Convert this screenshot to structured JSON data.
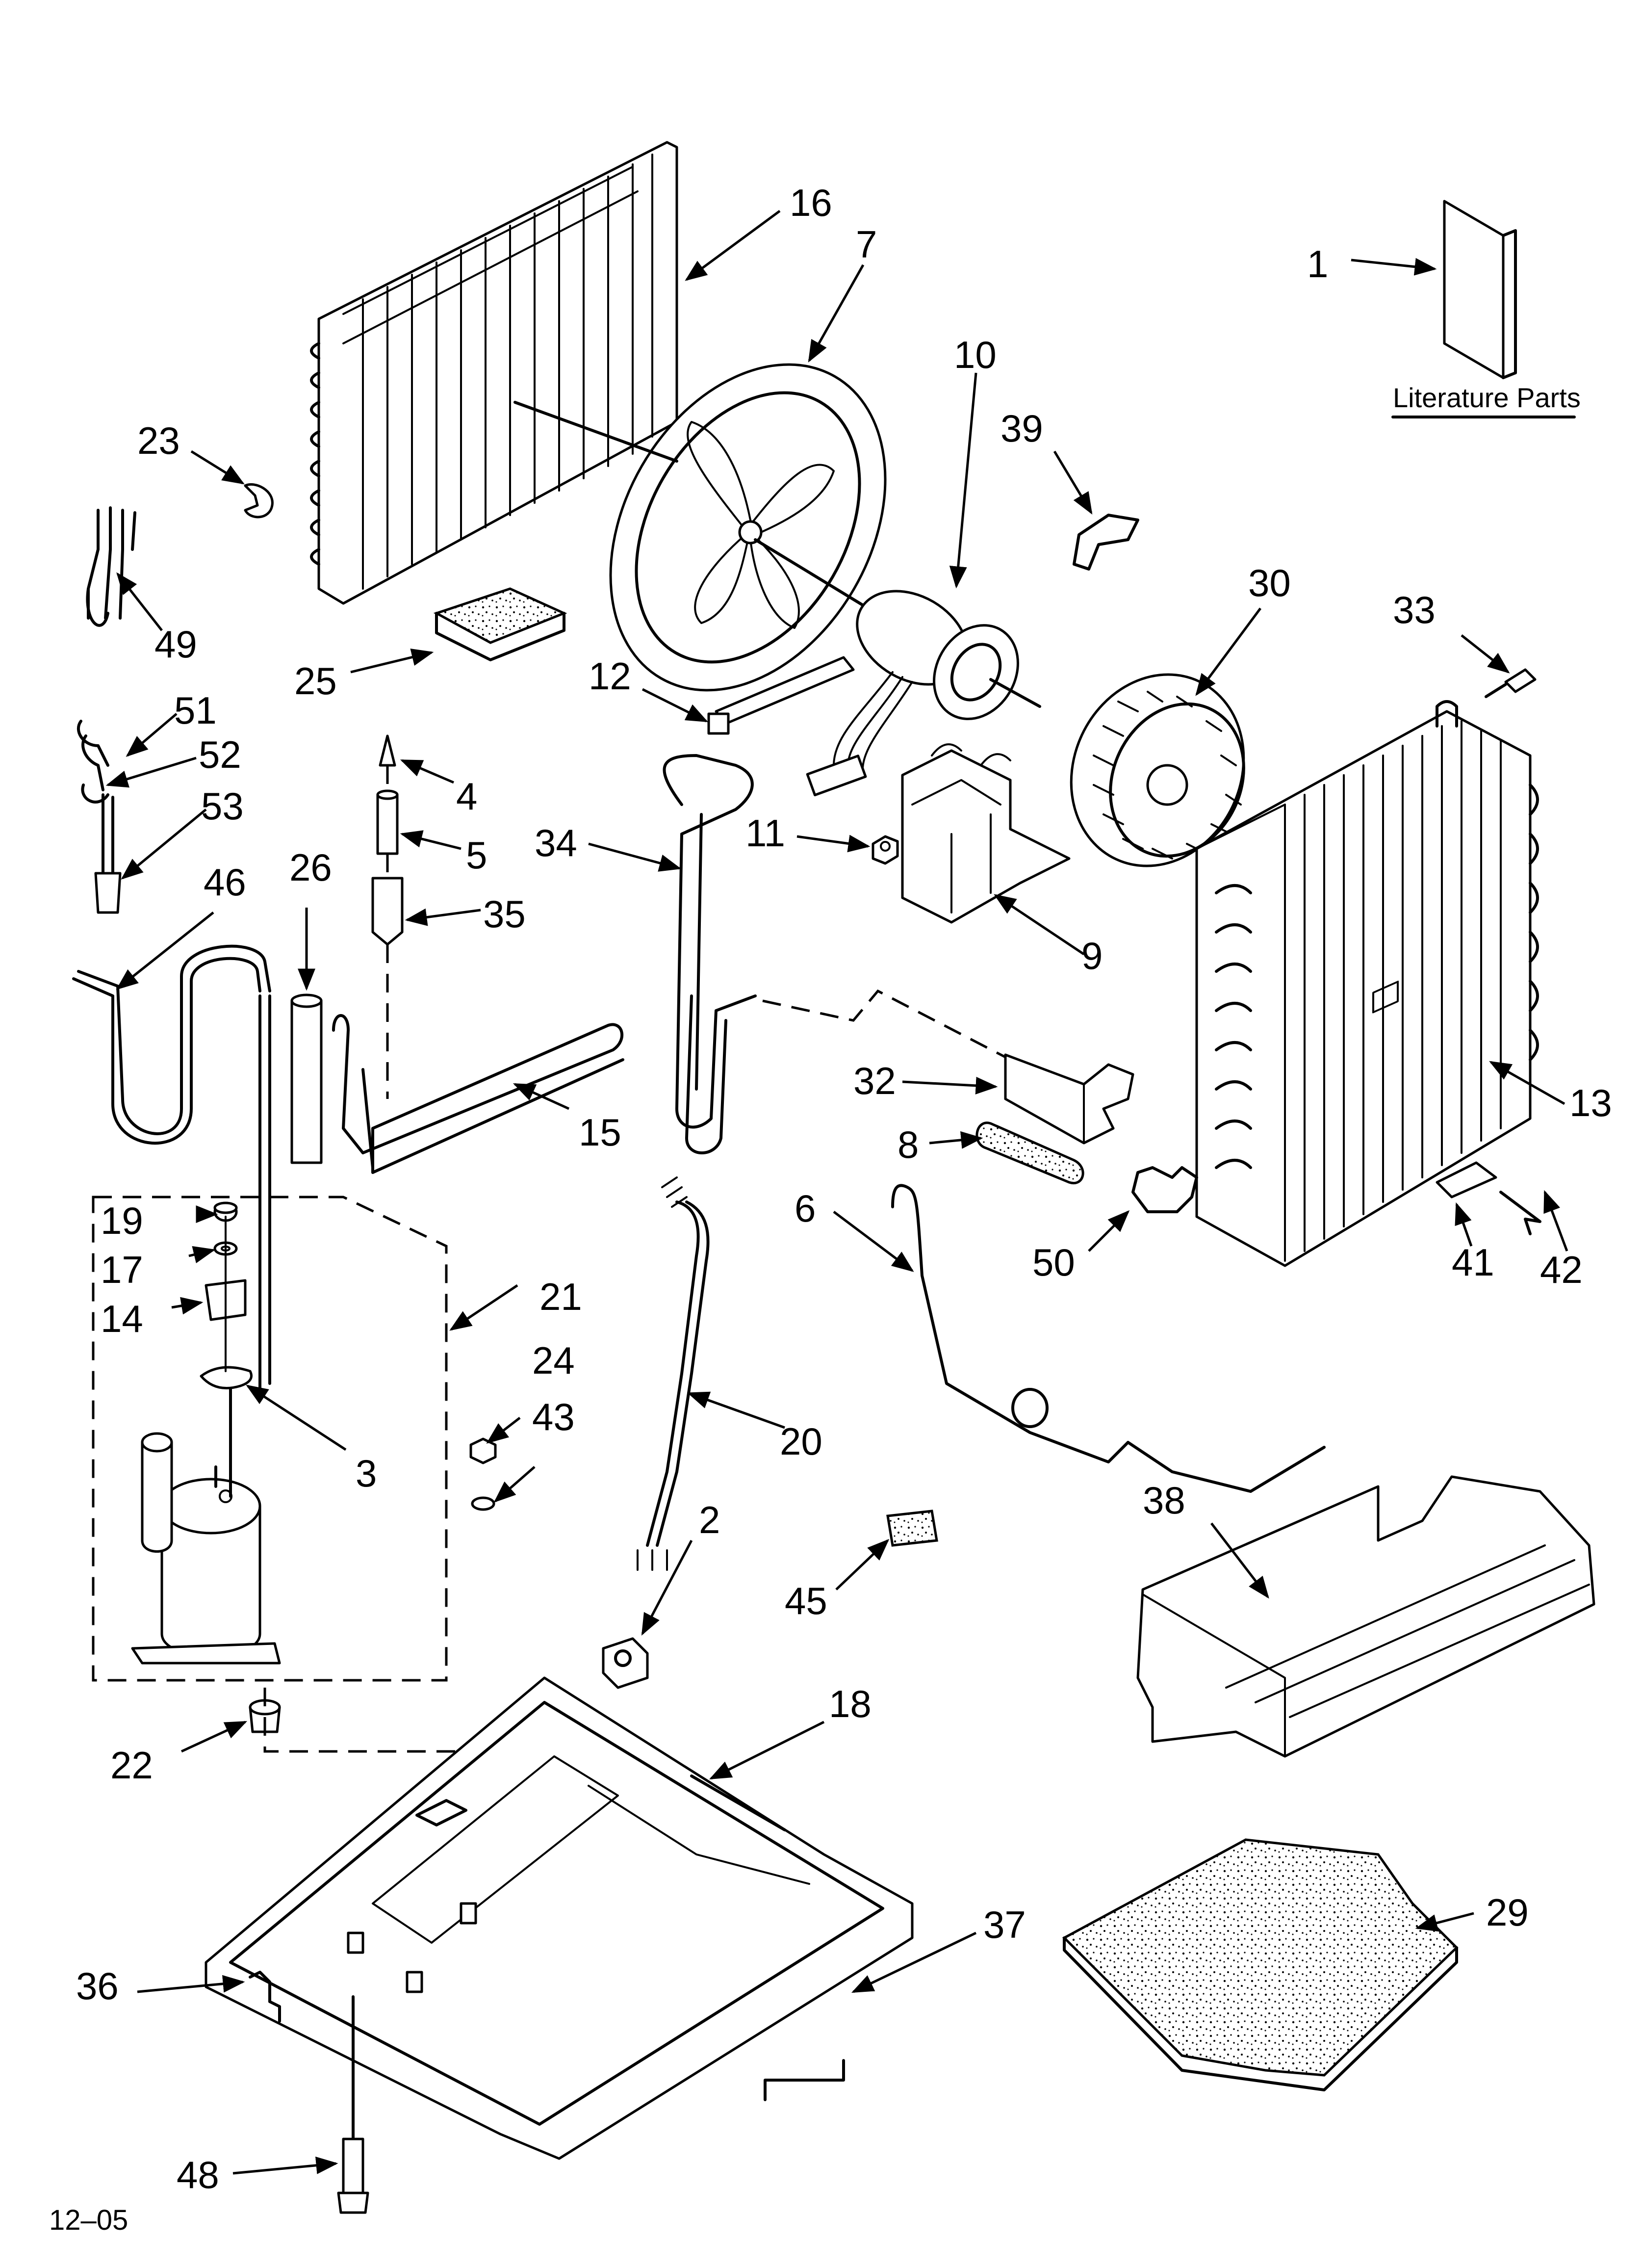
{
  "title_label": "Literature Parts",
  "footer_code": "12–05",
  "callouts": {
    "c1": "1",
    "c2": "2",
    "c3": "3",
    "c4": "4",
    "c5": "5",
    "c6": "6",
    "c7": "7",
    "c8": "8",
    "c9": "9",
    "c10": "10",
    "c11": "11",
    "c12": "12",
    "c13": "13",
    "c14": "14",
    "c15": "15",
    "c16": "16",
    "c17": "17",
    "c18": "18",
    "c19": "19",
    "c20": "20",
    "c21": "21",
    "c22": "22",
    "c23": "23",
    "c24": "24",
    "c25": "25",
    "c26": "26",
    "c29": "29",
    "c30": "30",
    "c32": "32",
    "c33": "33",
    "c34": "34",
    "c35": "35",
    "c36": "36",
    "c37": "37",
    "c38": "38",
    "c39": "39",
    "c41": "41",
    "c42": "42",
    "c43": "43",
    "c45": "45",
    "c46": "46",
    "c48": "48",
    "c49": "49",
    "c50": "50",
    "c51": "51",
    "c52": "52",
    "c53": "53"
  }
}
